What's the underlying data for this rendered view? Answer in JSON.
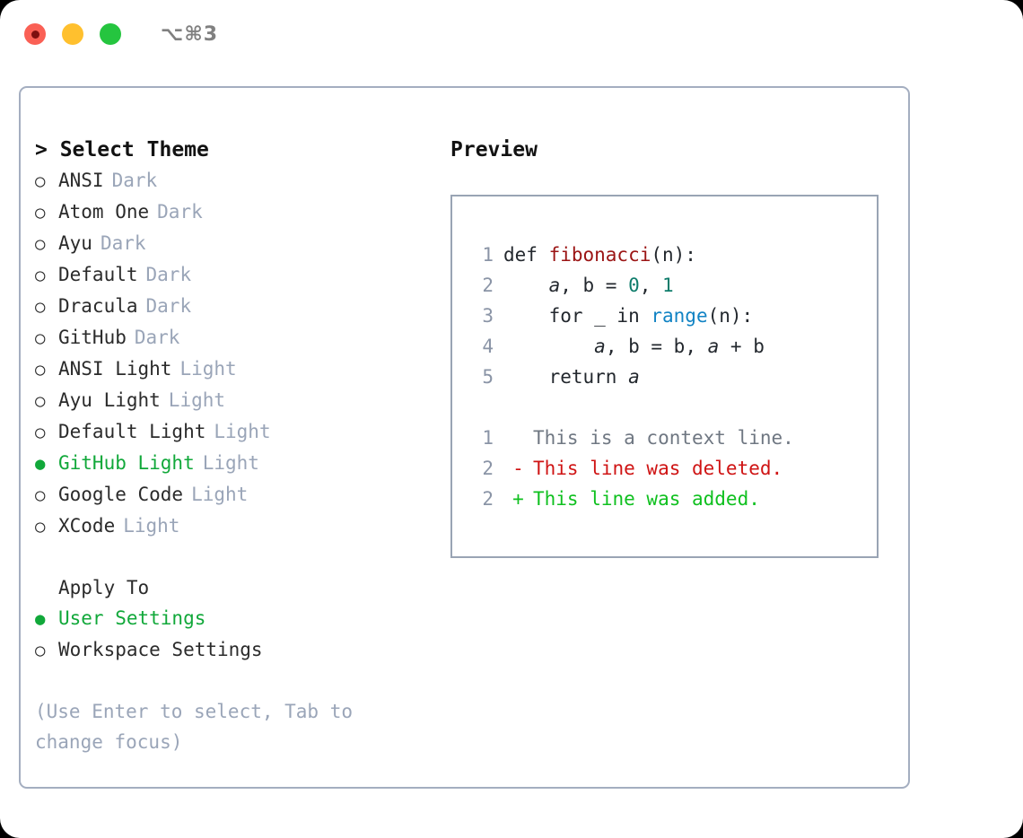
{
  "window": {
    "shortcut": "⌥⌘3",
    "traffic_lights": [
      {
        "name": "close-button",
        "color": "#fa6055"
      },
      {
        "name": "minimize-button",
        "color": "#ffc02e"
      },
      {
        "name": "maximize-button",
        "color": "#25c53f"
      }
    ]
  },
  "colors": {
    "selected_green": "#11a83a",
    "muted_gray": "#9aa5b8",
    "text": "#2b2b2b",
    "border": "#a4aec0",
    "preview_border": "#99a4b4",
    "diff_add": "#0fc01f",
    "diff_del": "#cf1414",
    "diff_ctx": "#6f7782"
  },
  "theme_list": {
    "title": "> Select Theme",
    "items": [
      {
        "bullet": "○",
        "label": "ANSI",
        "kind": "Dark",
        "selected": false
      },
      {
        "bullet": "○",
        "label": "Atom One",
        "kind": "Dark",
        "selected": false
      },
      {
        "bullet": "○",
        "label": "Ayu",
        "kind": "Dark",
        "selected": false
      },
      {
        "bullet": "○",
        "label": "Default",
        "kind": "Dark",
        "selected": false
      },
      {
        "bullet": "○",
        "label": "Dracula",
        "kind": "Dark",
        "selected": false
      },
      {
        "bullet": "○",
        "label": "GitHub",
        "kind": "Dark",
        "selected": false
      },
      {
        "bullet": "○",
        "label": "ANSI Light",
        "kind": "Light",
        "selected": false
      },
      {
        "bullet": "○",
        "label": "Ayu Light",
        "kind": "Light",
        "selected": false
      },
      {
        "bullet": "○",
        "label": "Default Light",
        "kind": "Light",
        "selected": false
      },
      {
        "bullet": "●",
        "label": "GitHub Light",
        "kind": "Light",
        "selected": true
      },
      {
        "bullet": "○",
        "label": "Google Code",
        "kind": "Light",
        "selected": false
      },
      {
        "bullet": "○",
        "label": "XCode",
        "kind": "Light",
        "selected": false
      }
    ]
  },
  "apply_to": {
    "title": "Apply To",
    "items": [
      {
        "bullet": "●",
        "label": "User Settings",
        "selected": true
      },
      {
        "bullet": "○",
        "label": "Workspace Settings",
        "selected": false
      }
    ]
  },
  "hint": "(Use Enter to select, Tab to change focus)",
  "preview": {
    "title": "Preview",
    "code_lines": [
      {
        "lineno": "1",
        "tokens": [
          {
            "text": "def ",
            "style": "plain"
          },
          {
            "text": "fibonacci",
            "style": "fn"
          },
          {
            "text": "(n):",
            "style": "plain"
          }
        ]
      },
      {
        "lineno": "2",
        "tokens": [
          {
            "text": "    ",
            "style": "plain"
          },
          {
            "text": "a",
            "style": "var"
          },
          {
            "text": ", b = ",
            "style": "plain"
          },
          {
            "text": "0",
            "style": "num"
          },
          {
            "text": ", ",
            "style": "plain"
          },
          {
            "text": "1",
            "style": "num"
          }
        ]
      },
      {
        "lineno": "3",
        "tokens": [
          {
            "text": "    for _ in ",
            "style": "plain"
          },
          {
            "text": "range",
            "style": "builtin"
          },
          {
            "text": "(n):",
            "style": "plain"
          }
        ]
      },
      {
        "lineno": "4",
        "tokens": [
          {
            "text": "        ",
            "style": "plain"
          },
          {
            "text": "a",
            "style": "var"
          },
          {
            "text": ", b = b, ",
            "style": "plain"
          },
          {
            "text": "a",
            "style": "var"
          },
          {
            "text": " + b",
            "style": "plain"
          }
        ]
      },
      {
        "lineno": "5",
        "tokens": [
          {
            "text": "    return ",
            "style": "plain"
          },
          {
            "text": "a",
            "style": "var"
          }
        ]
      }
    ],
    "diff_lines": [
      {
        "lineno": "1",
        "marker": " ",
        "kind": "ctx",
        "text": "This is a context line."
      },
      {
        "lineno": "2",
        "marker": "-",
        "kind": "del",
        "text": "This line was deleted."
      },
      {
        "lineno": "2",
        "marker": "+",
        "kind": "add",
        "text": "This line was added."
      }
    ]
  }
}
